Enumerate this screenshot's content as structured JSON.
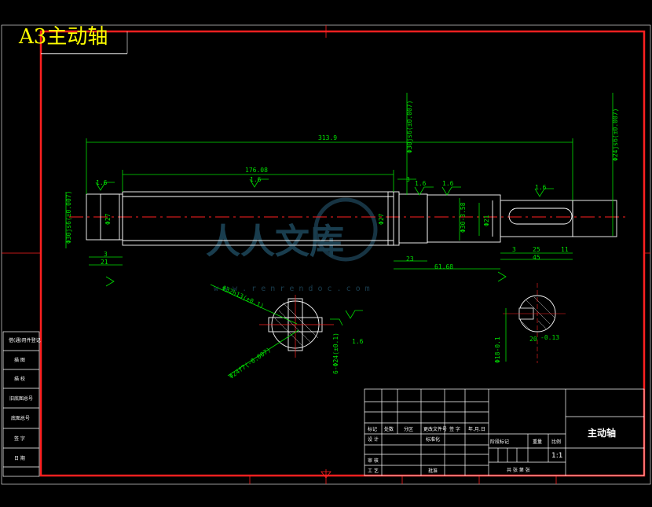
{
  "sheet": {
    "label": "A3主动轴",
    "part_name": "主动轴",
    "scale": "1:1"
  },
  "dims": {
    "overall_length": "313.9",
    "left_seg": "176.08",
    "dia_left": "Φ30js6(±0.007)",
    "d27_left": "Φ27",
    "d27_right": "Φ27",
    "d30_mid": "Φ30js6(±0.007)",
    "d24_right": "Φ24js6(±0.007)",
    "d30_n": "Φ30-3.58",
    "d21": "Φ21",
    "d3_left": "3",
    "d21_left": "21",
    "d3_mid": "3",
    "d23": "23",
    "d3_right": "3",
    "d25": "25",
    "d11": "11",
    "d45": "45",
    "d61": "61.68",
    "roughness": "1.6",
    "spline_od": "Φ32h13(±0.1)",
    "spline_id": "Φ24f7(-0.007)",
    "spline_tol": "6-Φ24(±0.1)",
    "key_depth": "Φ18-0.1",
    "key_width": "20",
    "key_tol": "-0.13",
    "watermark": "人人文库",
    "watermark_url": "w w w . r e n r e n d o c . c o m"
  },
  "side_labels": [
    "借(通)用件登记",
    "描 图",
    "描 校",
    "旧底图总号",
    "底图总号",
    "签 字",
    "日 期"
  ],
  "title_block": {
    "row_labels": [
      "标记",
      "处数",
      "分区",
      "更改文件号",
      "签 字",
      "年.月.日"
    ],
    "design": "设 计",
    "standard": "标准化",
    "review": "审 核",
    "process": "工 艺",
    "approve": "批准",
    "stage": "阶段标记",
    "weight": "重量",
    "ratio": "比例",
    "sheets": "共  张  第  张"
  }
}
